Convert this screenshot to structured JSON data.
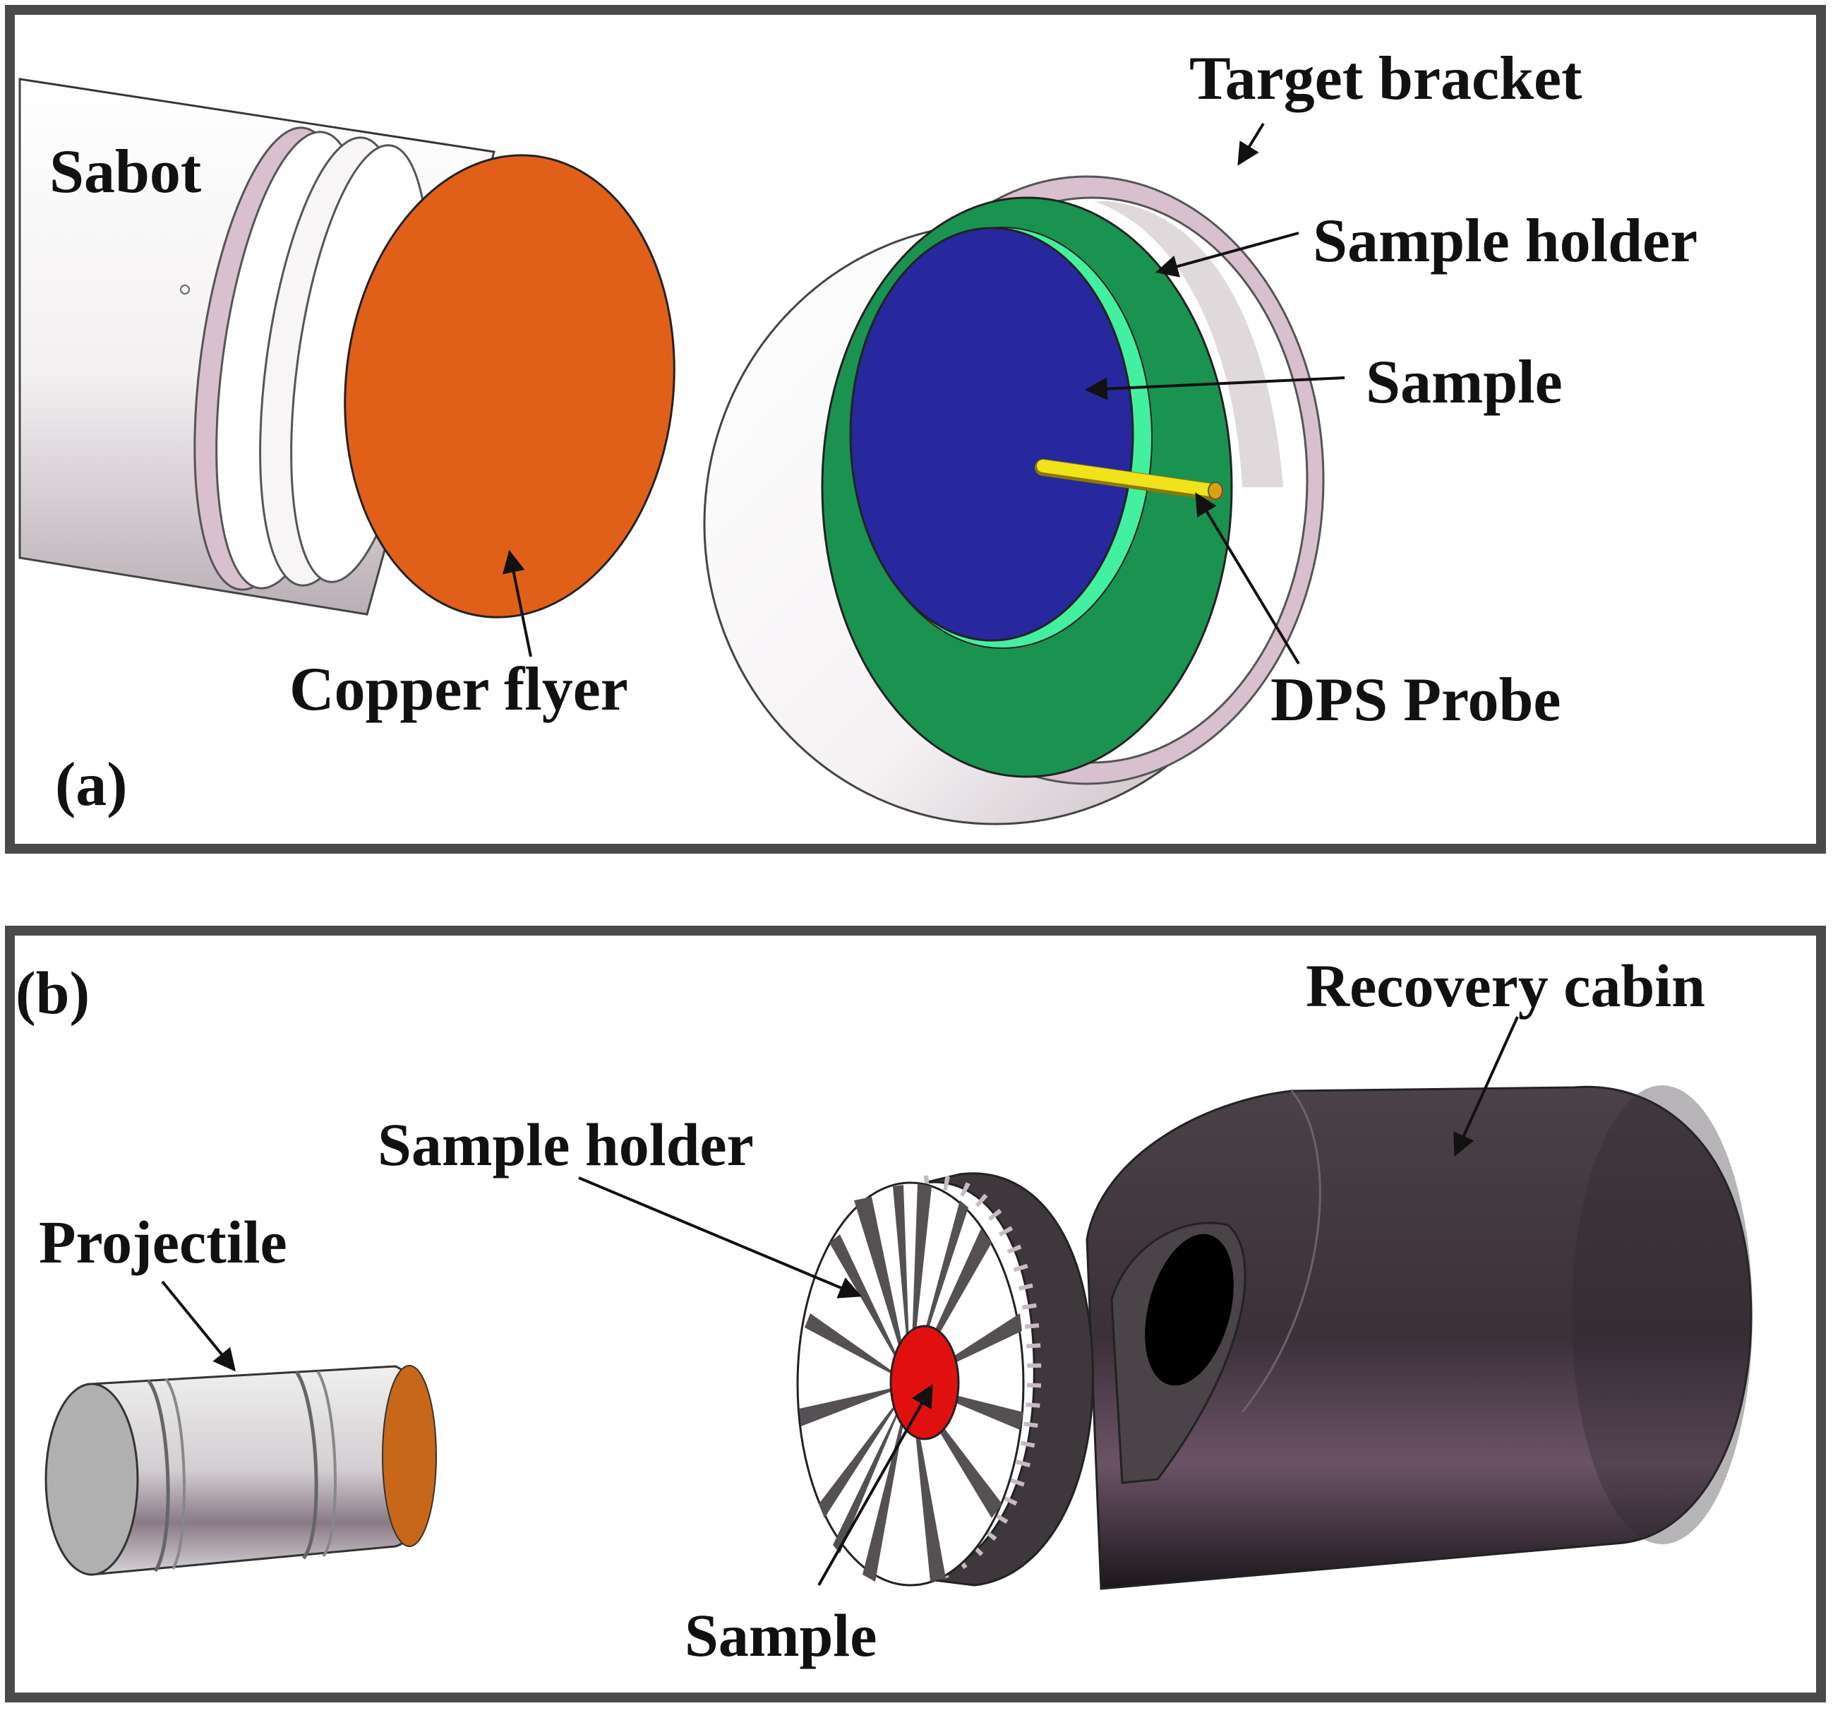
{
  "panel_a": {
    "tag": "(a)",
    "labels": {
      "sabot": "Sabot",
      "target_bracket": "Target bracket",
      "sample_holder": "Sample holder",
      "sample": "Sample",
      "copper_flyer": "Copper flyer",
      "dps_probe": "DPS Probe"
    },
    "colors": {
      "copper_flyer": "#E0601A",
      "sample_holder": "#1A9350",
      "sample": "#27279E",
      "target_bracket": "#D9C0CF",
      "probe": "#F1E31B",
      "gap_ring": "#43F09F"
    }
  },
  "panel_b": {
    "tag": "(b)",
    "labels": {
      "recovery_cabin": "Recovery cabin",
      "sample_holder": "Sample holder",
      "projectile": "Projectile",
      "sample": "Sample"
    },
    "colors": {
      "recovery_cabin": "#3A2F38",
      "sample": "#E11010",
      "projectile": "#C9C9C9"
    }
  }
}
